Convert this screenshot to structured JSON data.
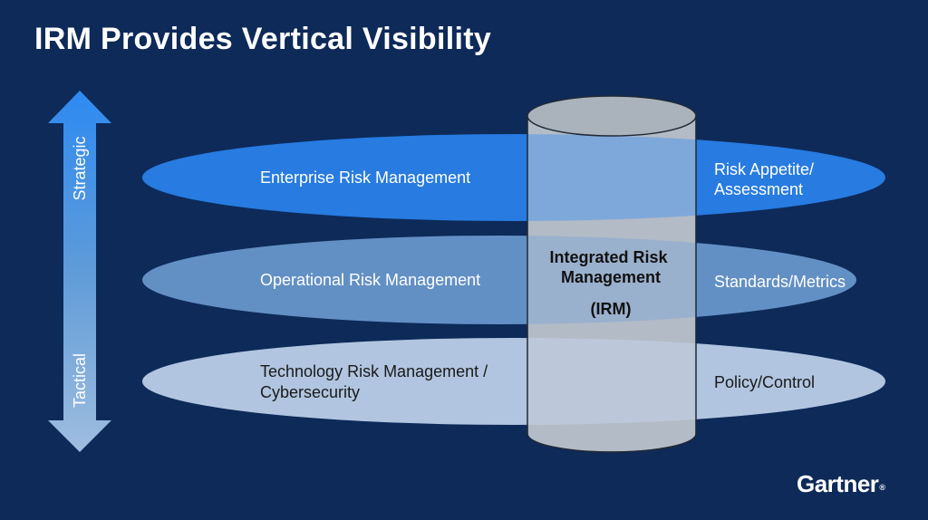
{
  "slide": {
    "title": "IRM Provides Vertical Visibility",
    "brand": "Gartner",
    "brand_mark": "®"
  },
  "axis": {
    "top_label": "Strategic",
    "bottom_label": "Tactical"
  },
  "layers": [
    {
      "name_lines": [
        "Enterprise Risk Management"
      ],
      "focus_lines": [
        "Risk Appetite/",
        "Assessment"
      ],
      "color": "#2b86f4"
    },
    {
      "name_lines": [
        "Operational Risk Management"
      ],
      "focus_lines": [
        "Standards/Metrics"
      ],
      "color": "#6f9ed3"
    },
    {
      "name_lines": [
        "Technology Risk Management /",
        "Cybersecurity"
      ],
      "focus_lines": [
        "Policy/Control"
      ],
      "color": "#c3d6ee"
    }
  ],
  "cylinder": {
    "label_lines": [
      "Integrated Risk",
      "Management"
    ],
    "acronym": "(IRM)"
  },
  "colors": {
    "background": "#0d2a59",
    "arrow": "#5a9fdc",
    "cylinder": "#b4bcc6"
  }
}
